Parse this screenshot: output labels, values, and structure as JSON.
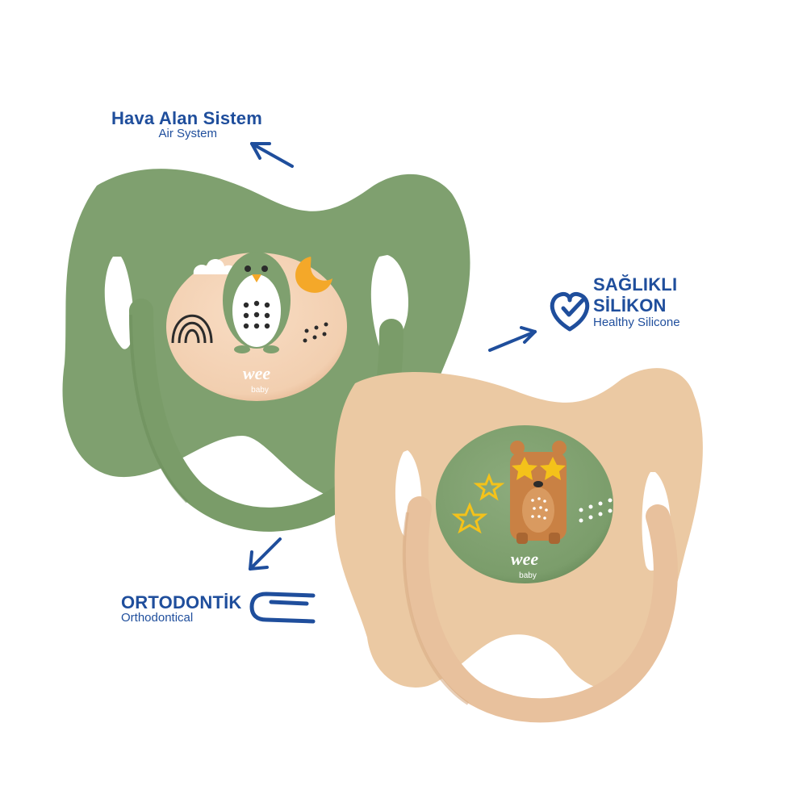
{
  "labels": {
    "air_system": {
      "title": "Hava Alan Sistem",
      "subtitle": "Air System"
    },
    "healthy_silicone": {
      "title_line1": "SAĞLIKLI",
      "title_line2": "SİLİKON",
      "subtitle": "Healthy Silicone"
    },
    "orthodontic": {
      "title": "ORTODONTİK",
      "subtitle": "Orthodontical"
    }
  },
  "brand": {
    "logo_text": "wee",
    "logo_sub": "baby"
  },
  "colors": {
    "accent_blue": "#1f4e9c",
    "green_shield": "#7fa06f",
    "peach_shield": "#ebc9a3",
    "peach_button": "#f3d1b4",
    "green_button": "#7fa06f"
  },
  "products": [
    {
      "name": "green-pacifier",
      "motif": "penguin"
    },
    {
      "name": "peach-pacifier",
      "motif": "bear"
    }
  ]
}
